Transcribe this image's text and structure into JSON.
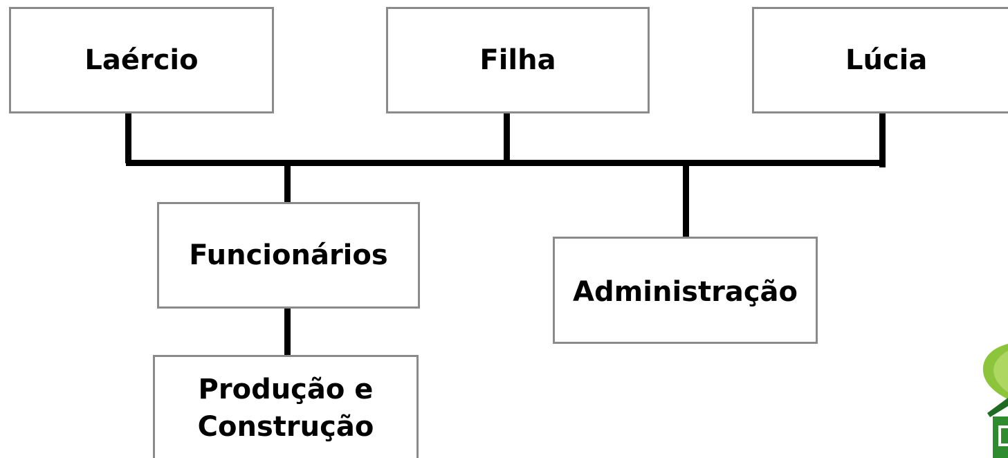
{
  "diagram": {
    "nodes": {
      "laercio": "Laércio",
      "filha": "Filha",
      "lucia": "Lúcia",
      "funcionarios": "Funcionários",
      "administracao": "Administração",
      "producao_line1": "Produção e",
      "producao_line2": "Construção"
    }
  },
  "colors": {
    "box_border": "#8a8a8a",
    "connector": "#000000",
    "text": "#000000",
    "logo_green": "#2e8b2e"
  },
  "icons": {
    "logo": "leaf-house-logo"
  }
}
